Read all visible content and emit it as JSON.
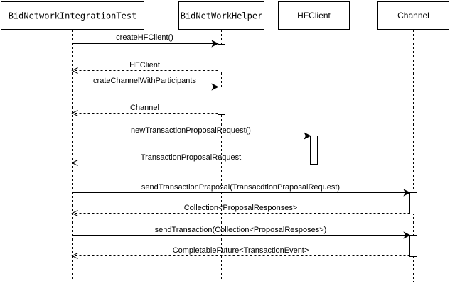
{
  "participants": [
    {
      "id": "bnit",
      "label": "BidNetworkIntegrationTest",
      "font": "mono"
    },
    {
      "id": "bnwh",
      "label": "BidNetWorkHelper",
      "font": "mono"
    },
    {
      "id": "hfc",
      "label": "HFClient",
      "font": "sans"
    },
    {
      "id": "chan",
      "label": "Channel",
      "font": "sans"
    }
  ],
  "messages": [
    {
      "from": "bnit",
      "to": "bnwh",
      "label": "createHFClient()",
      "kind": "call"
    },
    {
      "from": "bnwh",
      "to": "bnit",
      "label": "HFClient",
      "kind": "reply"
    },
    {
      "from": "bnit",
      "to": "bnwh",
      "label": "crateChannelWithParticipants",
      "kind": "call"
    },
    {
      "from": "bnwh",
      "to": "bnit",
      "label": "Channel",
      "kind": "reply"
    },
    {
      "from": "bnit",
      "to": "hfc",
      "label": "newTransactionProposalRequest()",
      "kind": "call"
    },
    {
      "from": "hfc",
      "to": "bnit",
      "label": "TransactionProposalRequest",
      "kind": "reply"
    },
    {
      "from": "bnit",
      "to": "chan",
      "label": "sendTransactionPraposal(TransacdtionPraposalRequest)",
      "kind": "call"
    },
    {
      "from": "chan",
      "to": "bnit",
      "label": "Collection<ProposalResponses>",
      "kind": "reply"
    },
    {
      "from": "bnit",
      "to": "chan",
      "label": "sendTransaction(Collection<ProposalResposes>)",
      "kind": "call"
    },
    {
      "from": "chan",
      "to": "bnit",
      "label": "CompletableFuture<TransactionEvent>",
      "kind": "reply"
    }
  ]
}
